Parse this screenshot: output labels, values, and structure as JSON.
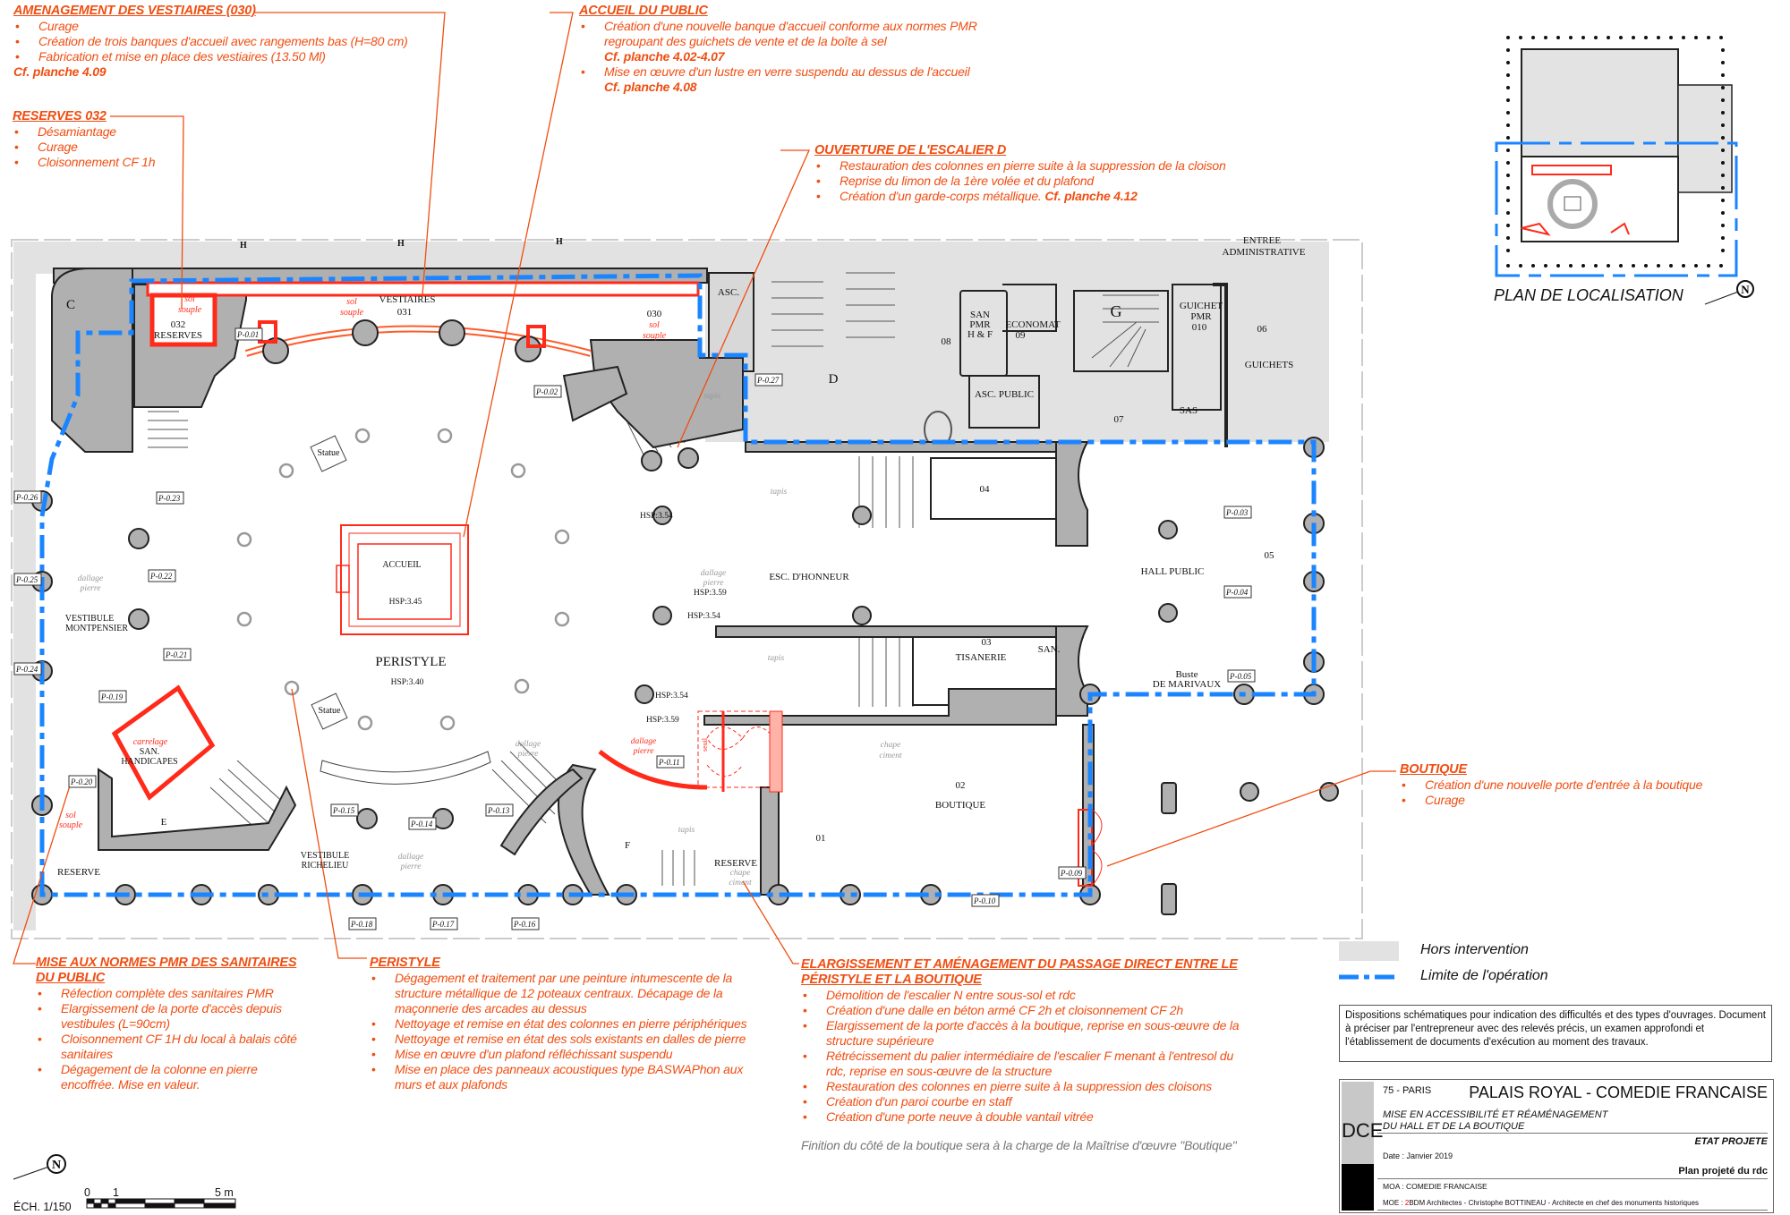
{
  "colors": {
    "annotation": "#f04e12",
    "operation_limit": "#1a85ff",
    "hors_intervention": "#e2e2e2",
    "works": "#ff2a1a",
    "walls": "#b0b0b0"
  },
  "annotations": {
    "vestiaires": {
      "title": "AMENAGEMENT DES VESTIAIRES (030)",
      "items": [
        {
          "text": "Curage"
        },
        {
          "text": "Création de trois  banques d'accueil avec rangements bas (H=80 cm)"
        },
        {
          "text": "Fabrication et mise en place des vestiaires (13.50 Ml)"
        }
      ],
      "ref": "Cf. planche 4.09"
    },
    "reserves": {
      "title": "RESERVES 032",
      "items": [
        {
          "text": "Désamiantage"
        },
        {
          "text": "Curage"
        },
        {
          "text": "Cloisonnement CF 1h"
        }
      ]
    },
    "accueil": {
      "title": "ACCUEIL DU PUBLIC",
      "items": [
        {
          "text": "Création d'une nouvelle banque d'accueil conforme aux normes PMR regroupant des guichets de vente et de la boîte à sel",
          "ref": "Cf. planche 4.02-4.07"
        },
        {
          "text": "Mise en œuvre d'un lustre en verre suspendu au dessus de l'accueil",
          "ref": "Cf. planche 4.08"
        }
      ]
    },
    "escalier_d": {
      "title": "OUVERTURE DE L'ESCALIER D",
      "items": [
        {
          "text": "Restauration des colonnes en pierre suite à la suppression de la cloison"
        },
        {
          "text": "Reprise du limon de la 1ère volée et du plafond"
        },
        {
          "text": "Création d'un garde-corps métallique.",
          "inline_ref": "Cf. planche 4.12"
        }
      ]
    },
    "boutique": {
      "title": "BOUTIQUE",
      "items": [
        {
          "text": "Création d'une nouvelle porte d'entrée à la boutique"
        },
        {
          "text": "Curage"
        }
      ]
    },
    "sanitaires": {
      "title": "MISE AUX NORMES PMR DES SANITAIRES DU PUBLIC",
      "items": [
        {
          "text": "Réfection complète des sanitaires PMR"
        },
        {
          "text": "Elargissement de la porte d'accès depuis vestibules (L=90cm)"
        },
        {
          "text": "Cloisonnement CF 1H du local à balais côté sanitaires"
        },
        {
          "text": "Dégagement de la colonne en pierre encoffrée. Mise en valeur."
        }
      ]
    },
    "peristyle": {
      "title": "PERISTYLE",
      "items": [
        {
          "text": "Dégagement et traitement par une peinture intumescente de la structure métallique de 12 poteaux centraux. Décapage de la maçonnerie des arcades au dessus"
        },
        {
          "text": "Nettoyage et remise en état des colonnes en pierre périphériques"
        },
        {
          "text": "Nettoyage et remise en état des sols existants en dalles de pierre"
        },
        {
          "text": "Mise en œuvre d'un plafond  réfléchissant suspendu"
        },
        {
          "text": "Mise en place des panneaux acoustiques type BASWAPhon aux murs et aux plafonds"
        }
      ]
    },
    "passage": {
      "title": "ELARGISSEMENT ET AMÉNAGEMENT DU PASSAGE DIRECT ENTRE LE PÉRISTYLE ET LA BOUTIQUE",
      "items": [
        {
          "text": "Démolition de l'escalier N entre sous-sol et rdc"
        },
        {
          "text": "Création d'une dalle en béton armé CF 2h  et cloisonnement CF 2h"
        },
        {
          "text": "Elargissement de la porte d'accès à la boutique, reprise en sous-œuvre de la structure supérieure"
        },
        {
          "text": "Rétrécissement du palier intermédiaire de l'escalier F menant à l'entresol du rdc, reprise en sous-œuvre de la structure"
        },
        {
          "text": "Restauration des colonnes en pierre suite à la suppression des cloisons"
        },
        {
          "text": "Création d'un paroi courbe en staff"
        },
        {
          "text": "Création d'une porte neuve à double vantail vitrée"
        }
      ]
    }
  },
  "finition_note": "Finition du côté de la boutique sera à la charge de la Maîtrise d'œuvre \"Boutique\"",
  "location_plan": {
    "label": "PLAN DE LOCALISATION"
  },
  "legend": {
    "hors_intervention": "Hors intervention",
    "limite_operation": "Limite de l'opération"
  },
  "disclaimer": "Dispositions schématiques pour indication des difficultés et des types d'ouvrages. Document à préciser par l'entrepreneur avec des relevés précis, un examen approfondi et l'établissement de documents d'exécution au moment des travaux.",
  "title_block": {
    "phase": "DCE",
    "location": "75 - PARIS",
    "project": "PALAIS ROYAL - COMEDIE FRANCAISE",
    "subtitle_1": "MISE EN ACCESSIBILITÉ ET RÉAMÉNAGEMENT",
    "subtitle_2": "DU HALL ET DE LA BOUTIQUE",
    "state": "ETAT PROJETE",
    "date": "Date : Janvier 2019",
    "drawing": "Plan projeté du rdc",
    "moa": "MOA : COMEDIE FRANCAISE",
    "moe_prefix": "MOE : ",
    "moe_mark": "2",
    "moe_rest": "BDM Architectes - Christophe BOTTINEAU - Architecte en chef des monuments historiques"
  },
  "scale": {
    "label": "ÉCH. 1/150",
    "ticks": [
      "0",
      "1",
      "5 m"
    ]
  },
  "north_symbol": "N",
  "rooms": {
    "reserves_num": "032",
    "reserves": "RESERVES",
    "vestiaires": "VESTIAIRES",
    "vestiaires_num": "031",
    "vestiaire_030": "030",
    "sol": "sol",
    "souple": "souple",
    "asc": "ASC.",
    "stair_c": "C",
    "stair_d": "D",
    "stair_g": "G",
    "stair_e": "E",
    "stair_f": "F",
    "san_pmr_1": "SAN",
    "san_pmr_2": "PMR",
    "san_pmr_3": "H & F",
    "economat": "ECONOMAT",
    "economat_num": "09",
    "room_08": "08",
    "guichet_pmr_1": "GUICHET",
    "guichet_pmr_2": "PMR",
    "guichet_pmr_num": "010",
    "room_06": "06",
    "guichets": "GUICHETS",
    "entree_1": "ENTREE",
    "entree_2": "ADMINISTRATIVE",
    "asc_public": "ASC.  PUBLIC",
    "room_07": "07",
    "sas": "SAS",
    "room_04": "04",
    "esc_honneur": "ESC.  D'HONNEUR",
    "hall_public": "HALL  PUBLIC",
    "room_05": "05",
    "room_03": "03",
    "tisanerie": "TISANERIE",
    "san": "SAN.",
    "buste_1": "Buste",
    "buste_2": "DE MARIVAUX",
    "peristyle": "PERISTYLE",
    "hsp_peristyle": "HSP:3.40",
    "accueil": "ACCUEIL",
    "hsp_accueil": "HSP:3.45",
    "statue": "Statue",
    "vestibule_m_1": "VESTIBULE",
    "vestibule_m_2": "MONTPENSIER",
    "dallage": "dallage",
    "pierre": "pierre",
    "carrelage": "carrelage",
    "san_hand_1": "SAN.",
    "san_hand_2": "HANDICAPES",
    "reserve": "RESERVE",
    "vestibule_r_1": "VESTIBULE",
    "vestibule_r_2": "RICHELIEU",
    "chape": "chape",
    "ciment": "ciment",
    "tapis": "tapis",
    "room_02": "02",
    "boutique": "BOUTIQUE",
    "room_01": "01",
    "hsp_354": "HSP:3.54",
    "hsp_359": "HSP:3.59",
    "seuil": "seuil",
    "h": "H"
  },
  "door_tags": [
    "P-0.01",
    "P-0.02",
    "P-0.27",
    "P-0.23",
    "P-0.22",
    "P-0.21",
    "P-0.19",
    "P-0.20",
    "P-0.15",
    "P-0.14",
    "P-0.13",
    "P-0.18",
    "P-0.17",
    "P-0.16",
    "P-0.11",
    "P-0.09",
    "P-0.10",
    "P-0.03",
    "P-0.04",
    "P-0.05",
    "P-0.26",
    "P-0.25",
    "P-0.24"
  ]
}
